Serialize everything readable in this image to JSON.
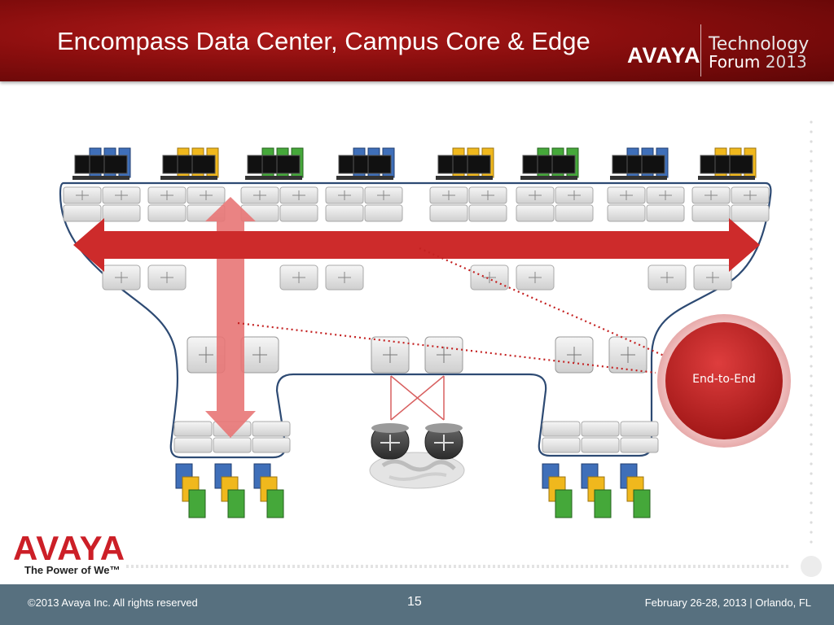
{
  "slide": {
    "title": "Encompass Data Center, Campus Core & Edge"
  },
  "header": {
    "logo": "AVAYA",
    "forum_line1": "Technology",
    "forum_line2": "Forum",
    "forum_year": "2013"
  },
  "diagram": {
    "label": "End-to-End",
    "colors": {
      "arrow": "#cd2b2b",
      "arrow_light": "#e87575",
      "outline": "#2d4a73",
      "callout": "#c72c2c",
      "computer_blue": "#3f6fb9",
      "computer_yellow": "#f0b81d",
      "computer_green": "#45a83a"
    },
    "computer_groups": [
      "blue",
      "yellow",
      "green",
      "blue",
      "yellow",
      "green",
      "blue",
      "yellow"
    ],
    "server_columns": [
      "left-1",
      "left-2",
      "left-3",
      "right-1",
      "right-2",
      "right-3"
    ],
    "icons": [
      "switch-icon",
      "router-icon",
      "globe-icon",
      "computer-icon",
      "server-icon"
    ]
  },
  "brand": {
    "logo": "AVAYA",
    "tagline": "The Power of We™"
  },
  "footer": {
    "copyright": "©2013 Avaya Inc. All rights reserved",
    "page": "15",
    "date": "February 26-28, 2013 | Orlando, FL"
  }
}
